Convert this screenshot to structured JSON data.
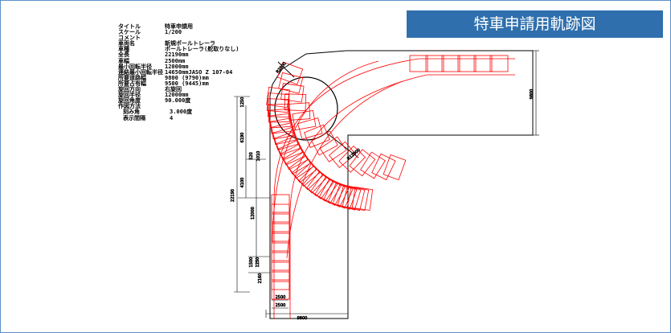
{
  "banner_title": "特車申請用軌跡図",
  "info": [
    {
      "label": "タイトル",
      "value": "特車申請用"
    },
    {
      "label": "スケール",
      "value": "1/200"
    },
    {
      "label": "コメント",
      "value": ""
    },
    {
      "label": "車両名",
      "value": "新規ポールトレーラ"
    },
    {
      "label": "車種",
      "value": "ポールトレーラ(舵取りなし)"
    },
    {
      "label": "全長",
      "value": "22190mm"
    },
    {
      "label": "車幅",
      "value": "2500mm"
    },
    {
      "label": "最小回転半径",
      "value": "12000mm"
    },
    {
      "label": "連結最小回転半径",
      "value": "14650mmJASO Z 107-04"
    },
    {
      "label": "所要道路幅",
      "value": "9800 (9790)mm"
    },
    {
      "label": "所要占有幅",
      "value": "9500 (9445)mm"
    },
    {
      "label": "旋回方向",
      "value": "右旋回"
    },
    {
      "label": "旋回半径",
      "value": "12000mm"
    },
    {
      "label": "旋回角度",
      "value": "90.000度"
    },
    {
      "label": "作図方法",
      "value": ""
    },
    {
      "label": "刻み角",
      "value": "3.000度"
    },
    {
      "label": "表示間隔",
      "value": "4"
    }
  ],
  "dimensions": {
    "right_width": "9800",
    "bottom_width": "9800",
    "lane_width_a": "2500",
    "lane_width_b": "2500",
    "total_length": "22190",
    "seg_upper": "6190",
    "seg_mid": "4100",
    "seg_lower": "12000",
    "small_top": "1250",
    "small_a": "520",
    "small_b": "1010",
    "small_c": "1500",
    "small_d": "1250",
    "small_e": "2160",
    "radius_label": "R12000",
    "radius_small": "R2500"
  },
  "colors": {
    "accent": "#2f6fad",
    "trace": "#ff0000",
    "line": "#000000"
  }
}
